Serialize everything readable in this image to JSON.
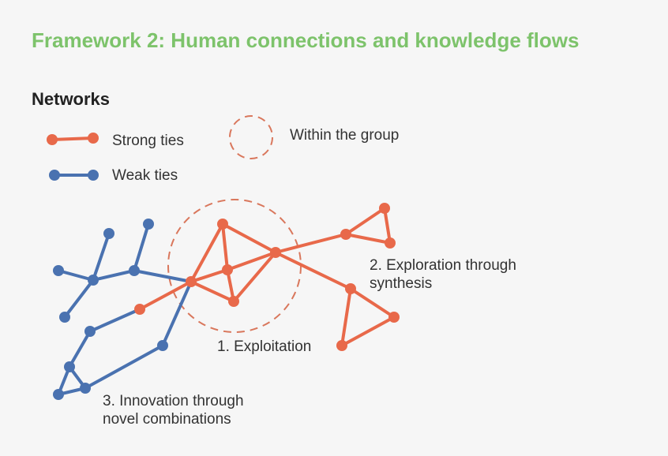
{
  "header": {
    "title": "Framework 2: Human connections and knowledge flows",
    "subtitle": "Networks"
  },
  "legend": {
    "strong": "Strong ties",
    "weak": "Weak ties",
    "group": "Within the group"
  },
  "annotations": {
    "exploitation": "1. Exploitation",
    "exploration_line1": "2. Exploration through",
    "exploration_line2": "synthesis",
    "innovation_line1": "3. Innovation through",
    "innovation_line2": "novel combinations"
  },
  "colors": {
    "title": "#7dc36b",
    "strong": "#e8694a",
    "weak": "#4a72b0",
    "group": "#d9775c",
    "text": "#333333",
    "background": "#f6f6f6"
  }
}
